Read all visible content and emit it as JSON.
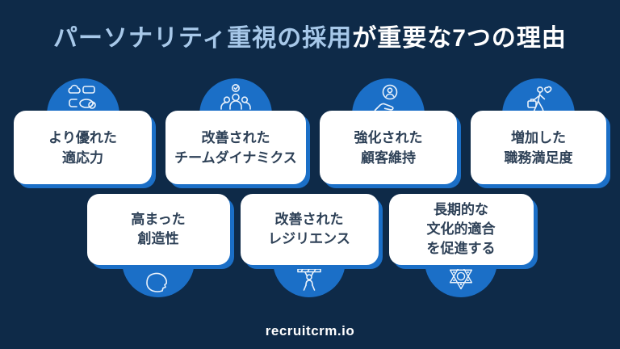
{
  "title": {
    "highlight": "パーソナリティ重視の採用",
    "rest": "が重要な7つの理由"
  },
  "cards": [
    {
      "icon": "adaptability-shapes-icon",
      "lines": [
        "より優れた",
        "適応力"
      ]
    },
    {
      "icon": "team-dynamics-icon",
      "lines": [
        "改善された",
        "チームダイナミクス"
      ]
    },
    {
      "icon": "customer-retention-icon",
      "lines": [
        "強化された",
        "顧客維持"
      ]
    },
    {
      "icon": "job-satisfaction-icon",
      "lines": [
        "増加した",
        "職務満足度"
      ]
    },
    {
      "icon": "creativity-icon",
      "lines": [
        "高まった",
        "創造性"
      ]
    },
    {
      "icon": "resilience-icon",
      "lines": [
        "改善された",
        "レジリエンス"
      ]
    },
    {
      "icon": "cultural-fit-icon",
      "lines": [
        "長期的な",
        "文化的適合",
        "を促進する"
      ]
    }
  ],
  "footer": {
    "brand": "recruitcrm.io"
  },
  "colors": {
    "background": "#0E2A48",
    "accent_blue": "#1B6FC7",
    "title_highlight": "#A7C8E9",
    "card_text": "#2E4157",
    "card_bg": "#FFFFFF"
  }
}
